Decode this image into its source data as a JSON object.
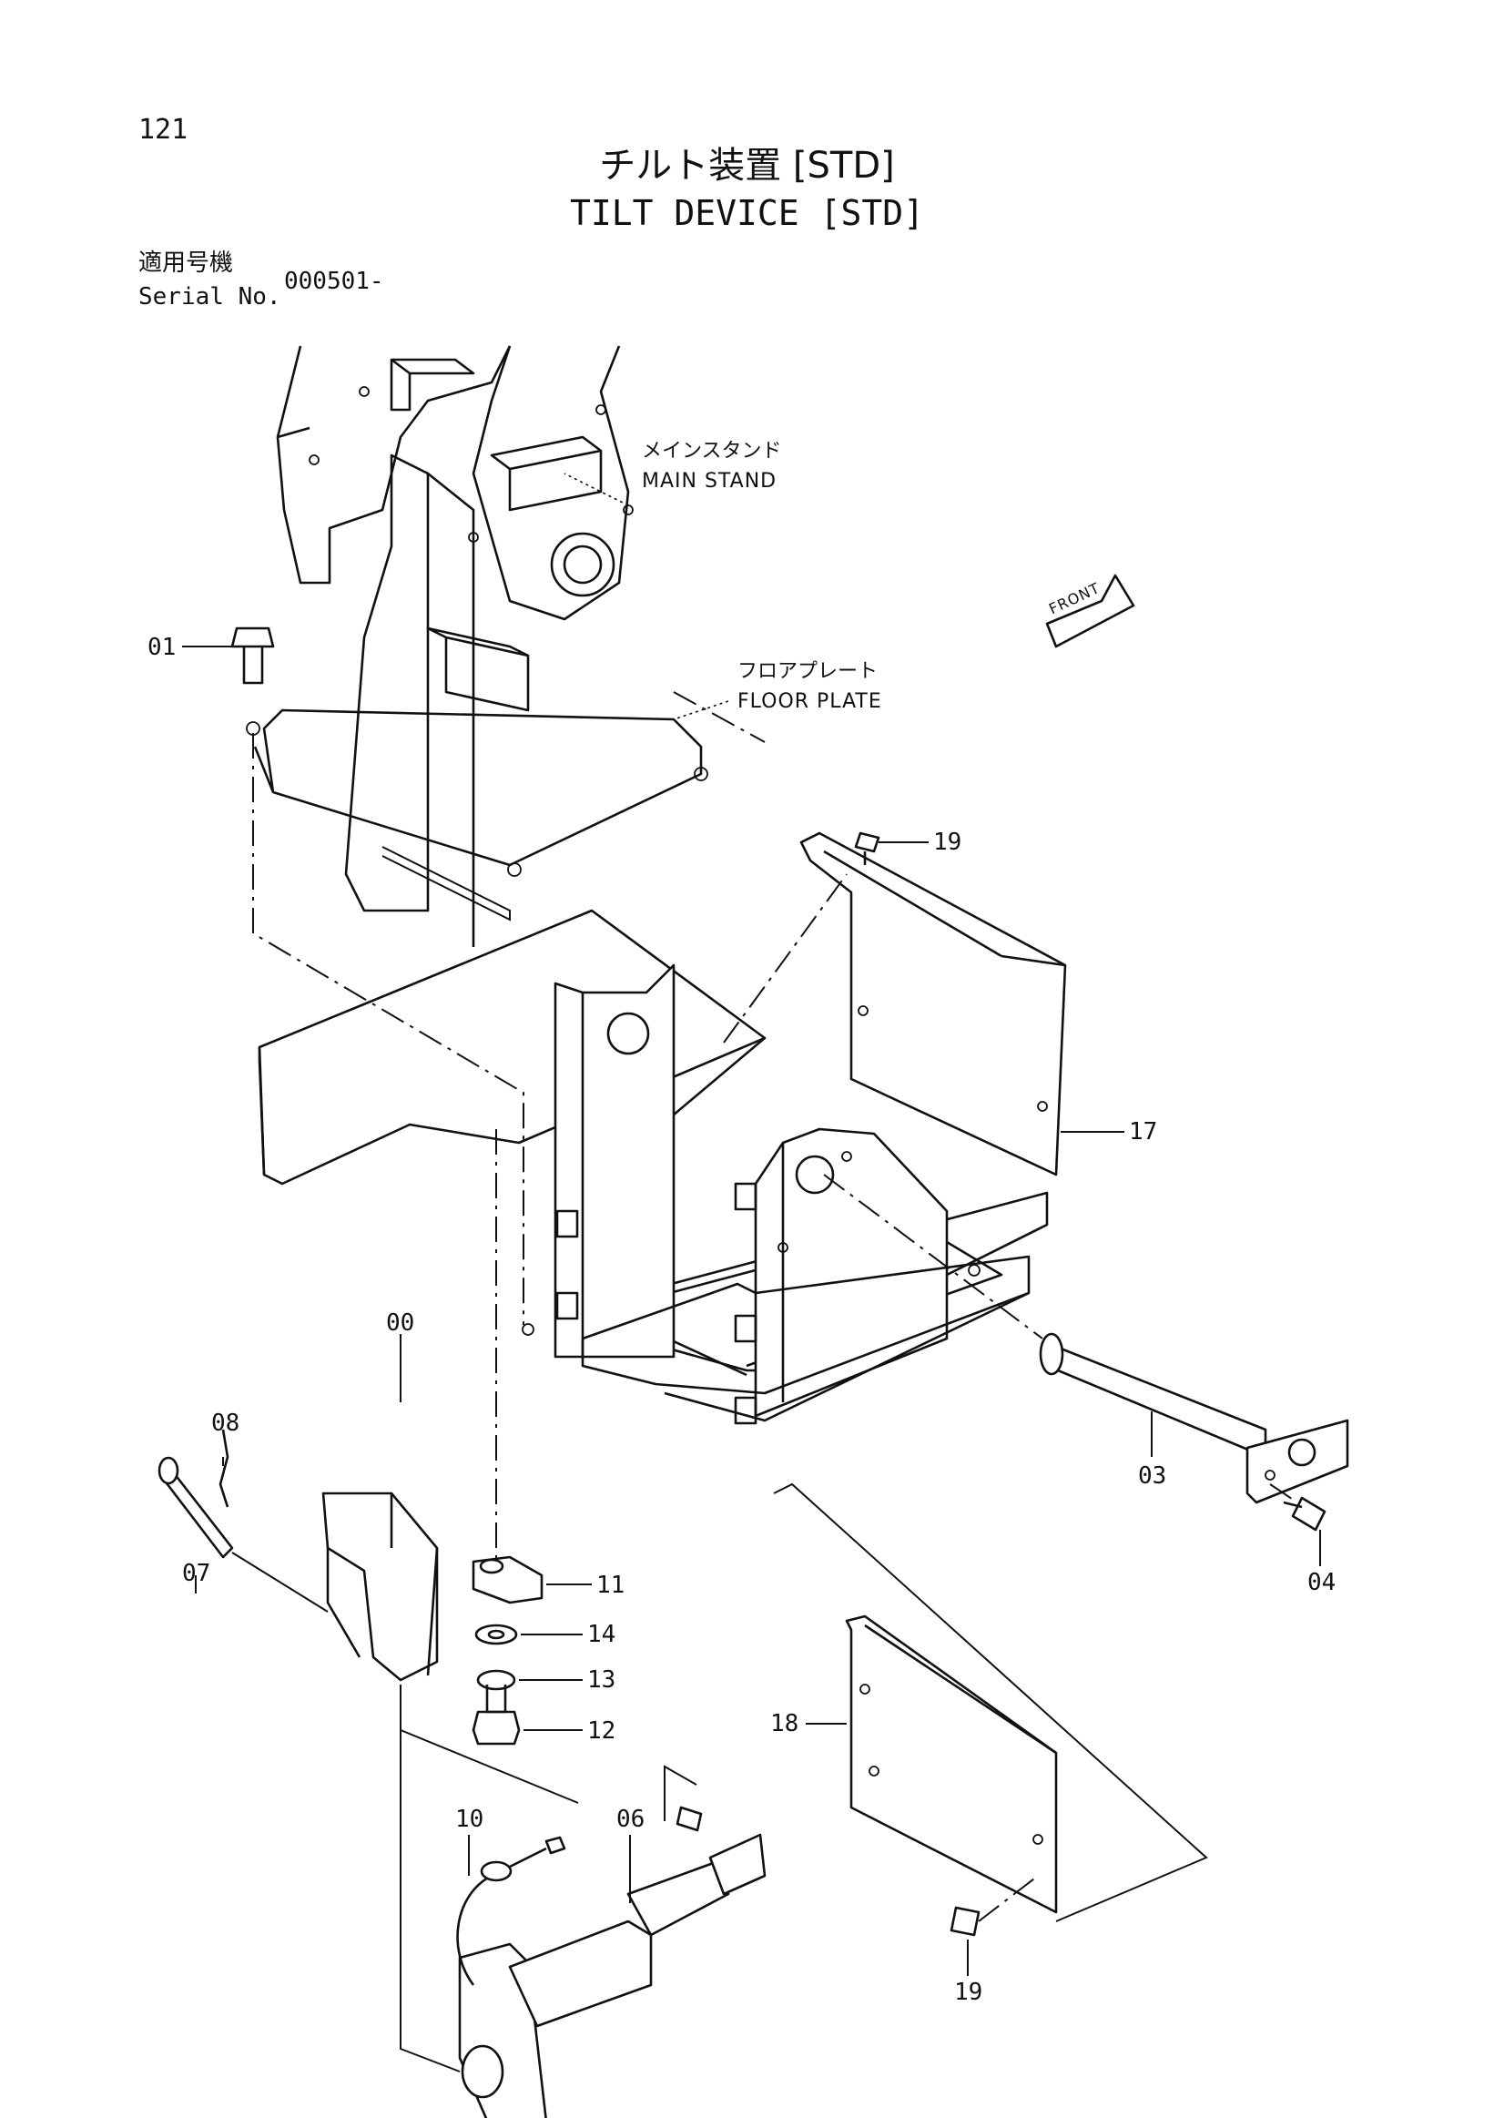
{
  "page_number": "121",
  "title": {
    "japanese": "チルト装置 [STD]",
    "english": "TILT DEVICE [STD]"
  },
  "serial": {
    "label_japanese": "適用号機",
    "label_english": "Serial No.",
    "value": "000501-"
  },
  "references": {
    "main_stand_jp": "メインスタンド",
    "main_stand_en": "MAIN STAND",
    "floor_plate_jp": "フロアプレート",
    "floor_plate_en": "FLOOR PLATE",
    "front": "FRONT"
  },
  "part_callouts": {
    "p00": "00",
    "p01": "01",
    "p03": "03",
    "p04": "04",
    "p06": "06",
    "p07": "07",
    "p08": "08",
    "p10": "10",
    "p11": "11",
    "p12": "12",
    "p13": "13",
    "p14": "14",
    "p17": "17",
    "p18": "18",
    "p19a": "19",
    "p19b": "19"
  }
}
